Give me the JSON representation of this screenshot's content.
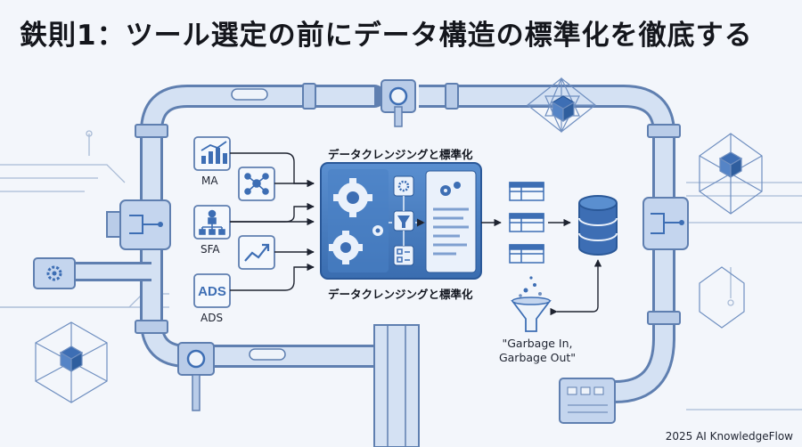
{
  "title": "鉄則1：ツール選定の前にデータ構造の標準化を徹底する",
  "sources": [
    {
      "label": "MA",
      "icon": "bar-chart-icon"
    },
    {
      "label": "SFA",
      "icon": "org-chart-icon"
    },
    {
      "label": "",
      "icon": "trend-line-icon"
    },
    {
      "label": "ADS",
      "icon": "ads-icon",
      "icon_text": "ADS"
    }
  ],
  "center": {
    "label_top": "データクレンジングと標準化",
    "label_bottom": "データクレンジングと標準化"
  },
  "quote_line1": "\"Garbage In,",
  "quote_line2": "Garbage Out\"",
  "credit": "2025 AI KnowledgeFlow",
  "colors": {
    "accent": "#3d6eb4",
    "pipe": "#c9d8ee",
    "pipe_edge": "#5f7fb0",
    "ink": "#14161c"
  }
}
